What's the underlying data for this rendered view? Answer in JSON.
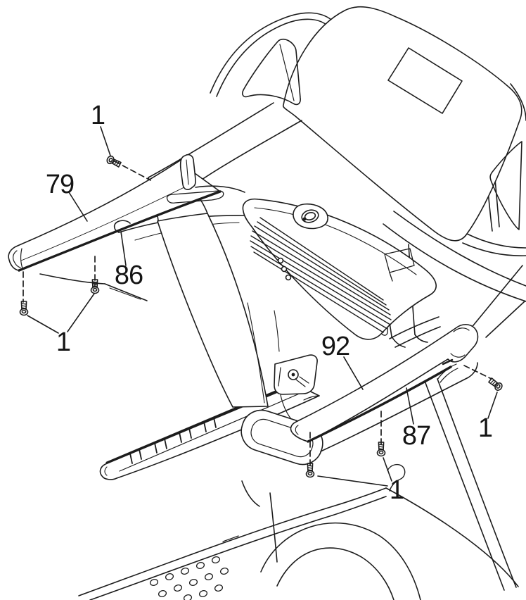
{
  "background": "#ffffff",
  "ink": "#1c1c1c",
  "callouts": {
    "top_screw": "1",
    "left_rail": "79",
    "left_arm": "86",
    "left_screw_pair": "1",
    "right_rail_top": "92",
    "right_rail_side": "87",
    "right_screw": "1",
    "bottom_screw_pair": "1"
  }
}
